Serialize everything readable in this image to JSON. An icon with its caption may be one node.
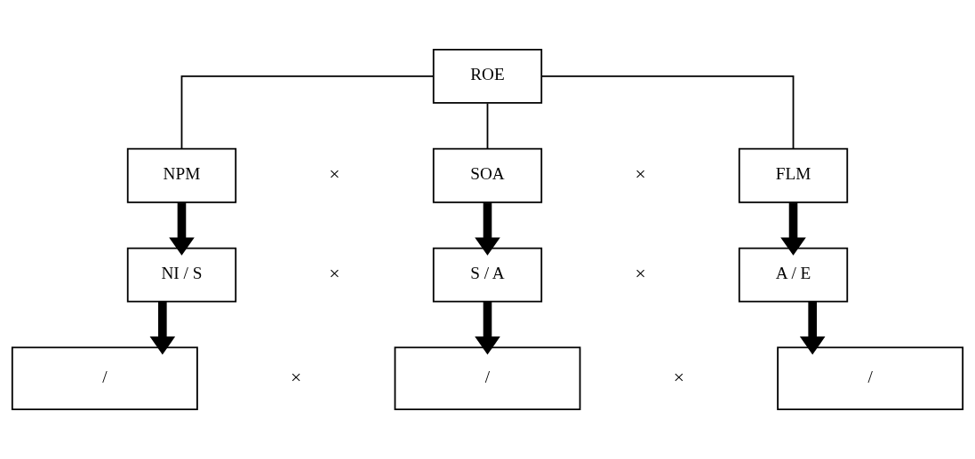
{
  "diagram": {
    "nodes": [
      {
        "text": [
          "ROE"
        ]
      },
      {
        "text": [
          "NPM"
        ]
      },
      {
        "text": [
          "SOA"
        ]
      },
      {
        "text": [
          "FLM"
        ]
      },
      {
        "text": [
          "NI / S"
        ]
      },
      {
        "text": [
          "S / A"
        ]
      },
      {
        "text": [
          "A / E"
        ]
      },
      {
        "text": [
          "/"
        ]
      },
      {
        "text": [
          "/"
        ]
      },
      {
        "text": [
          "/"
        ]
      }
    ],
    "edges": [
      {
        "from": 0,
        "to": 1,
        "arrow": "none"
      },
      {
        "from": 0,
        "to": 2,
        "arrow": "none"
      },
      {
        "from": 0,
        "to": 3,
        "arrow": "none"
      },
      {
        "from": 1,
        "to": 4,
        "arrow": "to"
      },
      {
        "from": 2,
        "to": 5,
        "arrow": "to"
      },
      {
        "from": 3,
        "to": 6,
        "arrow": "to"
      },
      {
        "from": 4,
        "to": 7,
        "arrow": "to"
      },
      {
        "from": 5,
        "to": 8,
        "arrow": "to"
      },
      {
        "from": 6,
        "to": 9,
        "arrow": "to"
      }
    ],
    "labels": [
      "×",
      "×",
      "×",
      "×",
      "×",
      "×"
    ]
  }
}
